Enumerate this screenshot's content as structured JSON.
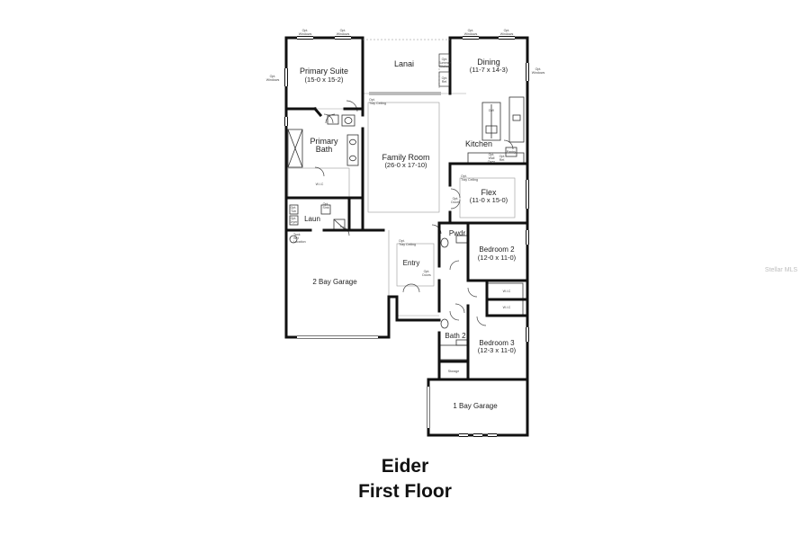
{
  "plan": {
    "title": "Eider",
    "subtitle": "First Floor",
    "watermark": "Stellar MLS",
    "rooms": {
      "primary_suite": {
        "name": "Primary Suite",
        "dims": "(15-0 x 15-2)"
      },
      "lanai": {
        "name": "Lanai"
      },
      "dining": {
        "name": "Dining",
        "dims": "(11-7 x 14-3)"
      },
      "primary_bath": {
        "name": "Primary",
        "name2": "Bath"
      },
      "family_room": {
        "name": "Family Room",
        "dims": "(26-0 x 17-10)"
      },
      "kitchen": {
        "name": "Kitchen"
      },
      "flex": {
        "name": "Flex",
        "dims": "(11-0 x 15-0)"
      },
      "laundry": {
        "name": "Laun"
      },
      "powder": {
        "name": "Pwdr"
      },
      "bedroom2": {
        "name": "Bedroom 2",
        "dims": "(12-0 x 11-0)"
      },
      "entry": {
        "name": "Entry"
      },
      "garage2": {
        "name": "2 Bay Garage"
      },
      "bath2": {
        "name": "Bath 2"
      },
      "bedroom3": {
        "name": "Bedroom 3",
        "dims": "(12-3 x 11-0)"
      },
      "storage": {
        "name": "Storage"
      },
      "garage1": {
        "name": "1 Bay Garage"
      }
    },
    "notes": {
      "opt_windows_tl1": [
        "Opt.",
        "Windows"
      ],
      "opt_windows_tl2": [
        "Opt.",
        "Windows"
      ],
      "opt_windows_tr1": [
        "Opt.",
        "Windows"
      ],
      "opt_windows_tr2": [
        "Opt.",
        "Windows"
      ],
      "opt_windows_left": [
        "Opt.",
        "Windows"
      ],
      "opt_windows_right": [
        "Opt.",
        "Windows"
      ],
      "opt_summer_kitchen": [
        "Opt.",
        "Summer",
        "Kitchen"
      ],
      "opt_ref_lanai": [
        "Opt.",
        "Ref."
      ],
      "opt_tray_family": [
        "Opt.",
        "Tray Ceiling"
      ],
      "dw": "DW",
      "pantry": "Pantry",
      "opt_wall_oven": [
        "Opt.",
        "Wall",
        "Oven"
      ],
      "opt_ref_kitchen": [
        "Opt.",
        "Ref."
      ],
      "opt_tray_flex": [
        "Opt.",
        "Tray Ceiling"
      ],
      "opt_doors_flex": [
        "Opt.",
        "Doors"
      ],
      "wic_primary": "W.I.C",
      "opt_sink": [
        "Opt.",
        "Sink"
      ],
      "opt_tub": [
        "Opt.",
        "Tub"
      ],
      "opt_dryer": [
        "Opt.",
        "Dryer"
      ],
      "tank_location": [
        "Tank",
        "WH",
        "Location"
      ],
      "opt_tray_entry": [
        "Opt.",
        "Tray Ceiling"
      ],
      "opt_doors_entry": [
        "Opt.",
        "Doors"
      ],
      "wic_b2": "W.I.C",
      "wic_b3": "W.I.C"
    }
  }
}
